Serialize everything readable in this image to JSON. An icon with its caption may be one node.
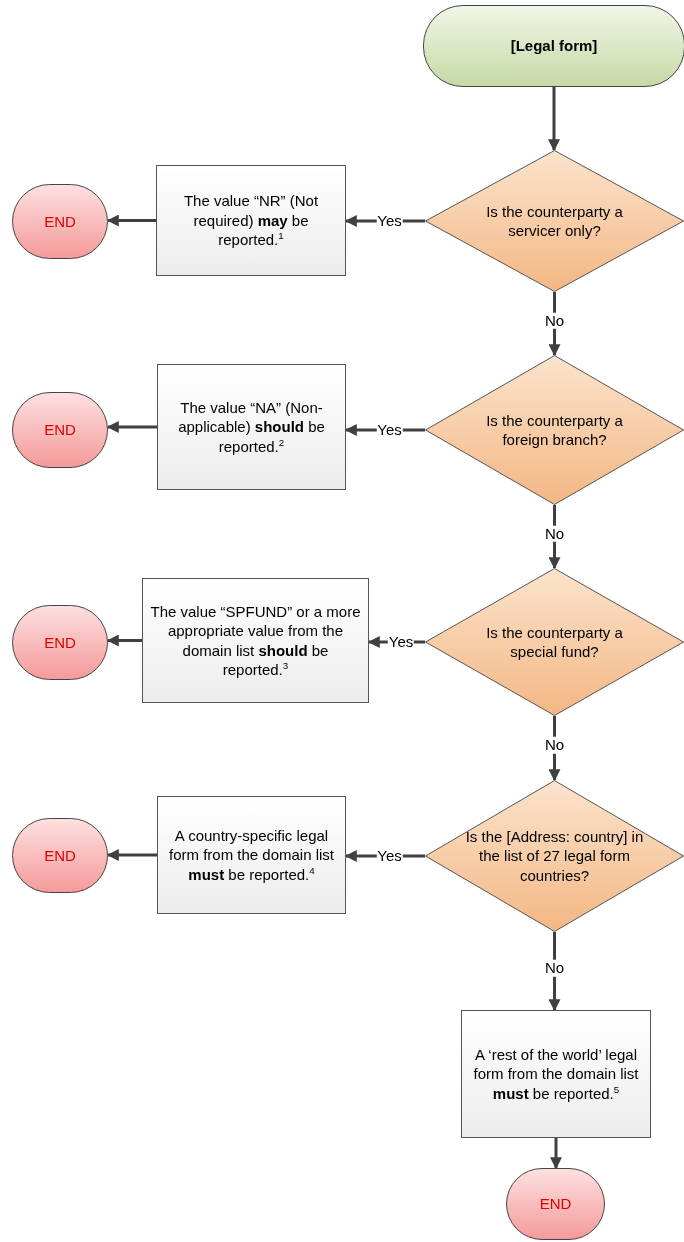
{
  "diagram": {
    "nodes": [
      {
        "text": [
          "[Legal form]"
        ]
      },
      {
        "text": [
          "Is the counterparty a servicer only?"
        ]
      },
      {
        "text": [
          "The value “NR” (Not required) **may** be reported.$^{1}$"
        ]
      },
      {
        "text": [
          "END"
        ]
      },
      {
        "text": [
          "Is the counterparty a foreign branch?"
        ]
      },
      {
        "text": [
          "The value “NA” (Non-applicable) **should** be reported.$^{2}$"
        ]
      },
      {
        "text": [
          "END"
        ]
      },
      {
        "text": [
          "Is the counterparty a special fund?"
        ]
      },
      {
        "text": [
          "The value “SPFUND” or a more appropriate value from the domain list **should** be reported.$^{3}$"
        ]
      },
      {
        "text": [
          "END"
        ]
      },
      {
        "text": [
          "Is the [Address: country] in the list of 27 legal form countries?"
        ]
      },
      {
        "text": [
          "A country-specific legal form from the domain list **must** be reported.$^{4}$"
        ]
      },
      {
        "text": [
          "END"
        ]
      },
      {
        "text": [
          "A ‘rest of the world’ legal form from the domain list **must** be reported.$^{5}$"
        ]
      },
      {
        "text": [
          "END"
        ]
      }
    ],
    "edges": [
      {
        "from": 0,
        "to": 1,
        "arrow": "to"
      },
      {
        "from": 1,
        "to": 2,
        "arrow": "to",
        "label": "Yes"
      },
      {
        "from": 2,
        "to": 3,
        "arrow": "to"
      },
      {
        "from": 1,
        "to": 4,
        "arrow": "to",
        "label": "No"
      },
      {
        "from": 4,
        "to": 5,
        "arrow": "to",
        "label": "Yes"
      },
      {
        "from": 5,
        "to": 6,
        "arrow": "to"
      },
      {
        "from": 4,
        "to": 7,
        "arrow": "to",
        "label": "No"
      },
      {
        "from": 7,
        "to": 8,
        "arrow": "to",
        "label": "Yes"
      },
      {
        "from": 8,
        "to": 9,
        "arrow": "to"
      },
      {
        "from": 7,
        "to": 10,
        "arrow": "to",
        "label": "No"
      },
      {
        "from": 10,
        "to": 11,
        "arrow": "to",
        "label": "Yes"
      },
      {
        "from": 11,
        "to": 12,
        "arrow": "to"
      },
      {
        "from": 10,
        "to": 13,
        "arrow": "to",
        "label": "No"
      },
      {
        "from": 13,
        "to": 14,
        "arrow": "to"
      }
    ]
  }
}
